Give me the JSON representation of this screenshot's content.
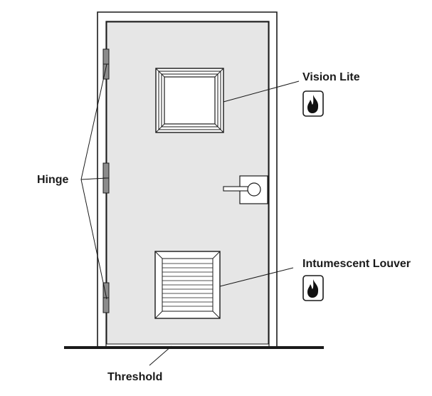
{
  "labels": {
    "hinge": "Hinge",
    "vision_lite": "Vision Lite",
    "intumescent_louver": "Intumescent Louver",
    "threshold": "Threshold"
  },
  "icons": {
    "vision_lite_rating": "flame-icon",
    "louver_rating": "flame-icon"
  },
  "colors": {
    "door_fill": "#e6e6e6",
    "frame_fill": "#ffffff",
    "hinge_fill": "#8c8c8c",
    "line": "#1a1a1a",
    "label_text": "#1a1a1a",
    "icon_fill": "#111111"
  }
}
